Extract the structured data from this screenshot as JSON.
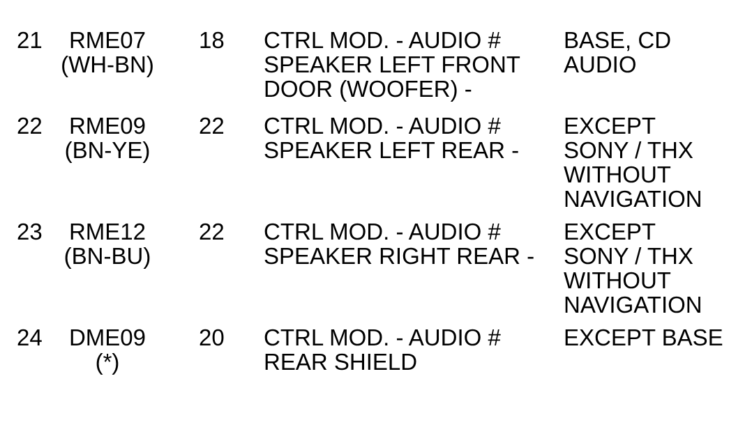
{
  "colors": {
    "text": "#000000",
    "background": "#ffffff"
  },
  "table": {
    "rows": [
      {
        "pin": "21",
        "circuit": "RME07\n(WH-BN)",
        "gauge": "18",
        "description": "CTRL MOD. - AUDIO #\nSPEAKER LEFT FRONT\nDOOR (WOOFER) -",
        "application": "BASE, CD\nAUDIO"
      },
      {
        "pin": "22",
        "circuit": "RME09\n(BN-YE)",
        "gauge": "22",
        "description": "CTRL MOD. - AUDIO #\nSPEAKER LEFT REAR -",
        "application": "EXCEPT\nSONY / THX\nWITHOUT\nNAVIGATION"
      },
      {
        "pin": "23",
        "circuit": "RME12\n(BN-BU)",
        "gauge": "22",
        "description": "CTRL MOD. - AUDIO #\nSPEAKER RIGHT REAR -",
        "application": "EXCEPT\nSONY / THX\nWITHOUT\nNAVIGATION"
      },
      {
        "pin": "24",
        "circuit": "DME09\n(*)",
        "gauge": "20",
        "description": "CTRL MOD. - AUDIO #\nREAR SHIELD",
        "application": "EXCEPT BASE"
      }
    ]
  }
}
